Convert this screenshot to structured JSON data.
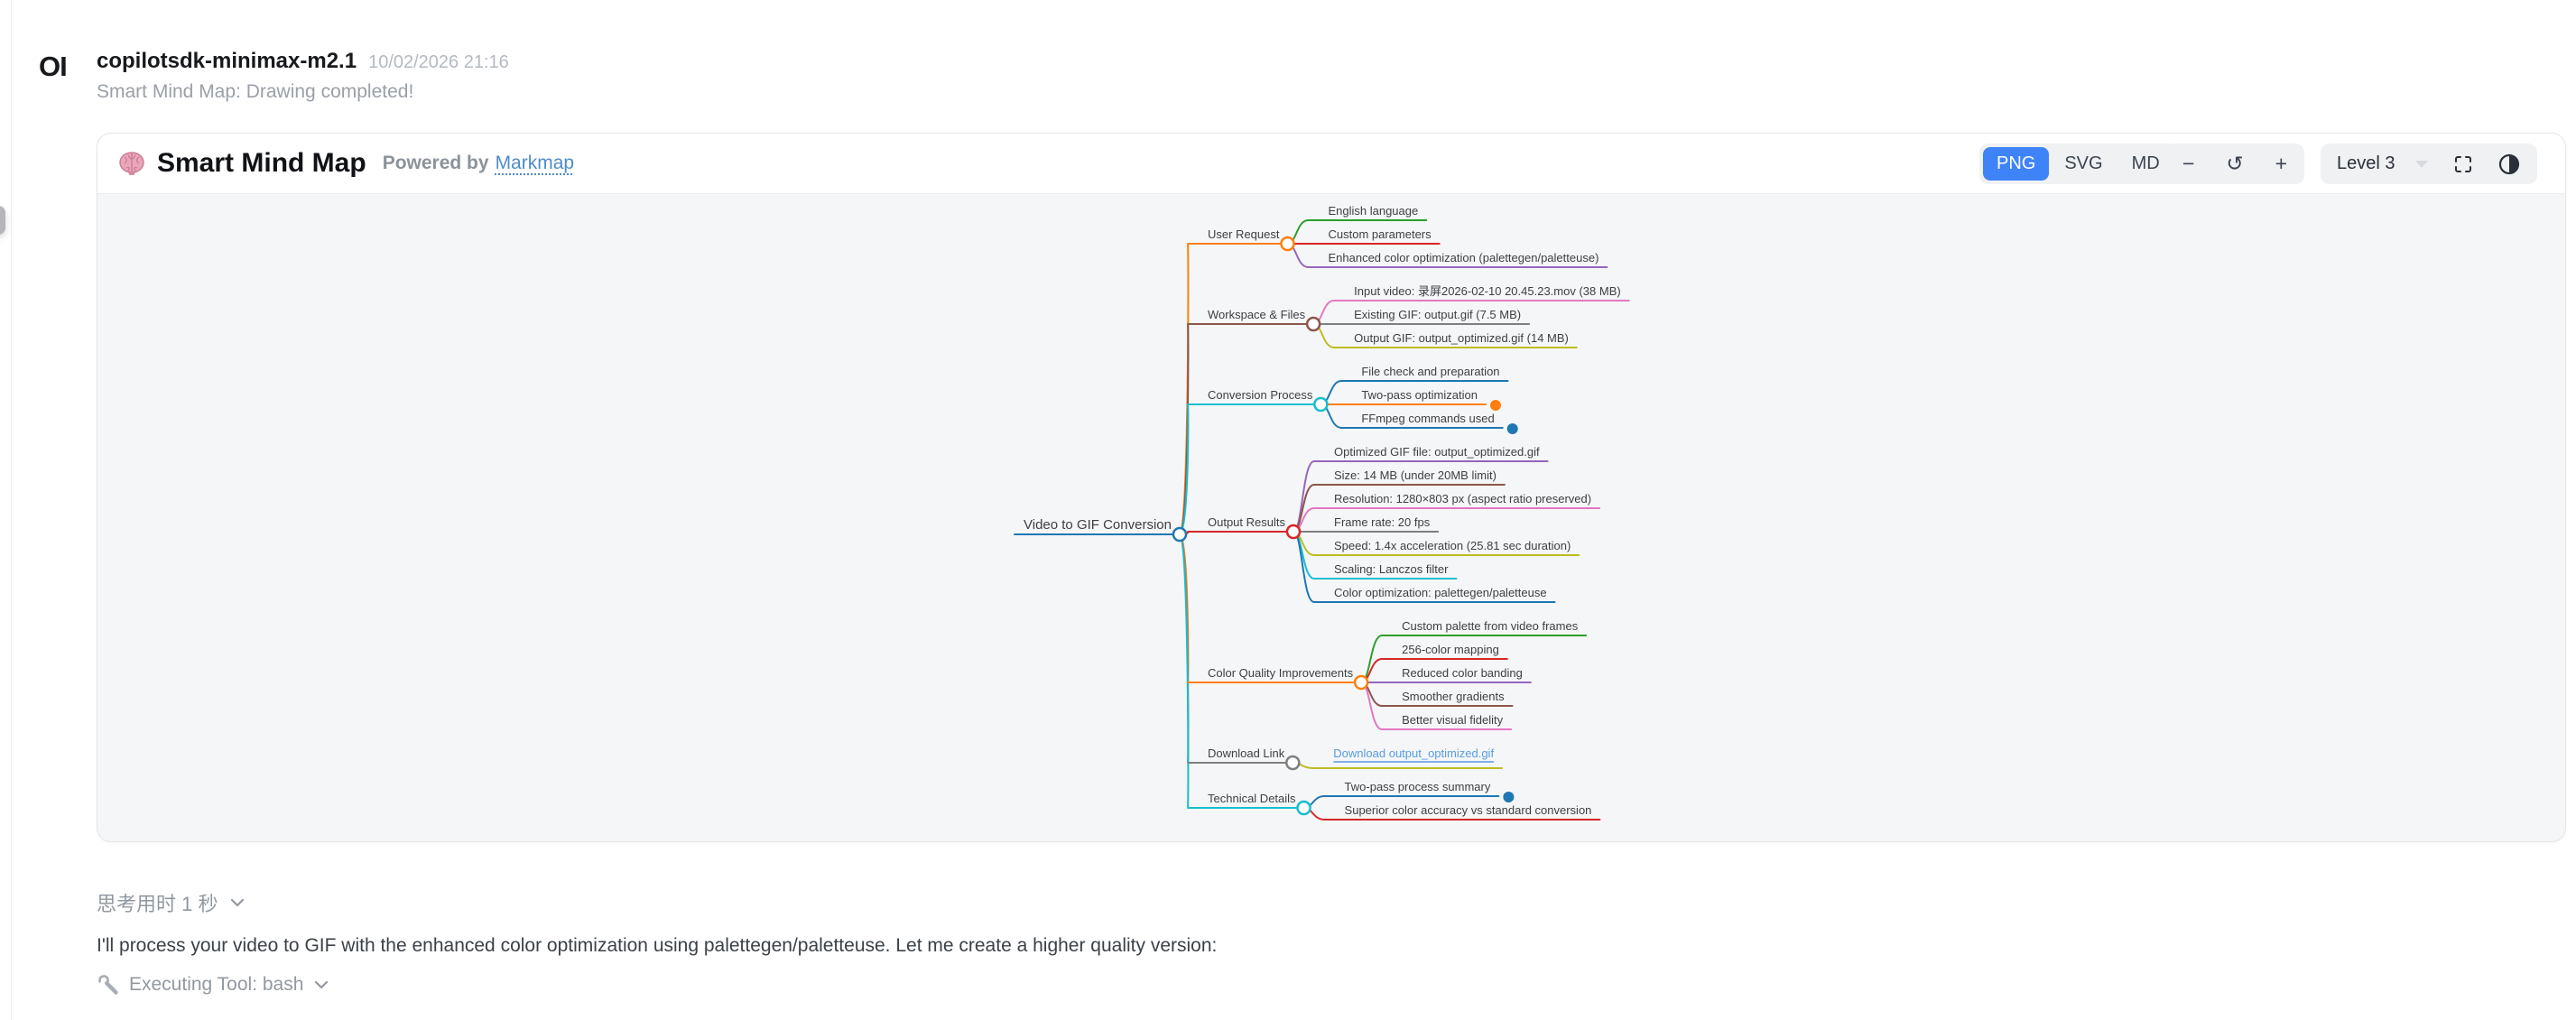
{
  "message": {
    "avatar": "OI",
    "author": "copilotsdk-minimax-m2.1",
    "timestamp": "10/02/2026 21:16",
    "status": "Smart Mind Map: Drawing completed!"
  },
  "card": {
    "title": "Smart Mind Map",
    "powered_by": "Powered by",
    "powered_by_link": "Markmap",
    "accent_color": "#3e83f8",
    "format_tabs": [
      {
        "label": "PNG",
        "active": true
      },
      {
        "label": "SVG",
        "active": false
      },
      {
        "label": "MD",
        "active": false
      }
    ],
    "zoom_controls": {
      "zoom_out": "−",
      "reset": "↺",
      "zoom_in": "+"
    },
    "level_selector": {
      "label": "Level 3"
    },
    "icons": [
      "brain-icon",
      "chevron-down-icon",
      "fullscreen-icon",
      "contrast-icon"
    ]
  },
  "mindmap": {
    "root": {
      "label": "Video to GIF Conversion",
      "color": "#1f77b4"
    },
    "branches": [
      {
        "label": "User Request",
        "color": "#ff7f0e",
        "children": [
          {
            "label": "English language",
            "color": "#2ca02c"
          },
          {
            "label": "Custom parameters",
            "color": "#d62728"
          },
          {
            "label": "Enhanced color optimization (palettegen/paletteuse)",
            "color": "#9467bd"
          }
        ]
      },
      {
        "label": "Workspace & Files",
        "color": "#8c564b",
        "children": [
          {
            "label": "Input video: 录屏2026-02-10 20.45.23.mov (38 MB)",
            "color": "#e377c2"
          },
          {
            "label": "Existing GIF: output.gif (7.5 MB)",
            "color": "#7f7f7f"
          },
          {
            "label": "Output GIF: output_optimized.gif (14 MB)",
            "color": "#bcbd22"
          }
        ]
      },
      {
        "label": "Conversion Process",
        "color": "#17becf",
        "children": [
          {
            "label": "File check and preparation",
            "color": "#1f77b4"
          },
          {
            "label": "Two-pass optimization",
            "color": "#ff7f0e",
            "dot": true
          },
          {
            "label": "FFmpeg commands used",
            "color": "#1f77b4",
            "dot": true
          }
        ]
      },
      {
        "label": "Output Results",
        "color": "#d62728",
        "children": [
          {
            "label": "Optimized GIF file: output_optimized.gif",
            "color": "#9467bd"
          },
          {
            "label": "Size: 14 MB (under 20MB limit)",
            "color": "#8c564b"
          },
          {
            "label": "Resolution: 1280×803 px (aspect ratio preserved)",
            "color": "#e377c2"
          },
          {
            "label": "Frame rate: 20 fps",
            "color": "#7f7f7f"
          },
          {
            "label": "Speed: 1.4x acceleration (25.81 sec duration)",
            "color": "#bcbd22"
          },
          {
            "label": "Scaling: Lanczos filter",
            "color": "#17becf"
          },
          {
            "label": "Color optimization: palettegen/paletteuse",
            "color": "#1f77b4"
          }
        ]
      },
      {
        "label": "Color Quality Improvements",
        "color": "#ff7f0e",
        "children": [
          {
            "label": "Custom palette from video frames",
            "color": "#2ca02c"
          },
          {
            "label": "256-color mapping",
            "color": "#d62728"
          },
          {
            "label": "Reduced color banding",
            "color": "#9467bd"
          },
          {
            "label": "Smoother gradients",
            "color": "#8c564b"
          },
          {
            "label": "Better visual fidelity",
            "color": "#e377c2"
          }
        ]
      },
      {
        "label": "Download Link",
        "color": "#7f7f7f",
        "children": [
          {
            "label": "Download output_optimized.gif",
            "color": "#bcbd22",
            "is_link": true,
            "link_color": "#569ce0"
          }
        ]
      },
      {
        "label": "Technical Details",
        "color": "#17becf",
        "children": [
          {
            "label": "Two-pass process summary",
            "color": "#1f77b4",
            "dot": true
          },
          {
            "label": "Superior color accuracy vs standard conversion",
            "color": "#d62728"
          }
        ]
      }
    ]
  },
  "footer": {
    "thinking": "思考用时 1 秒",
    "paragraph": "I'll process your video to GIF with the enhanced color optimization using palettegen/paletteuse. Let me create a higher quality version:",
    "tool_label": "Executing Tool: bash"
  }
}
